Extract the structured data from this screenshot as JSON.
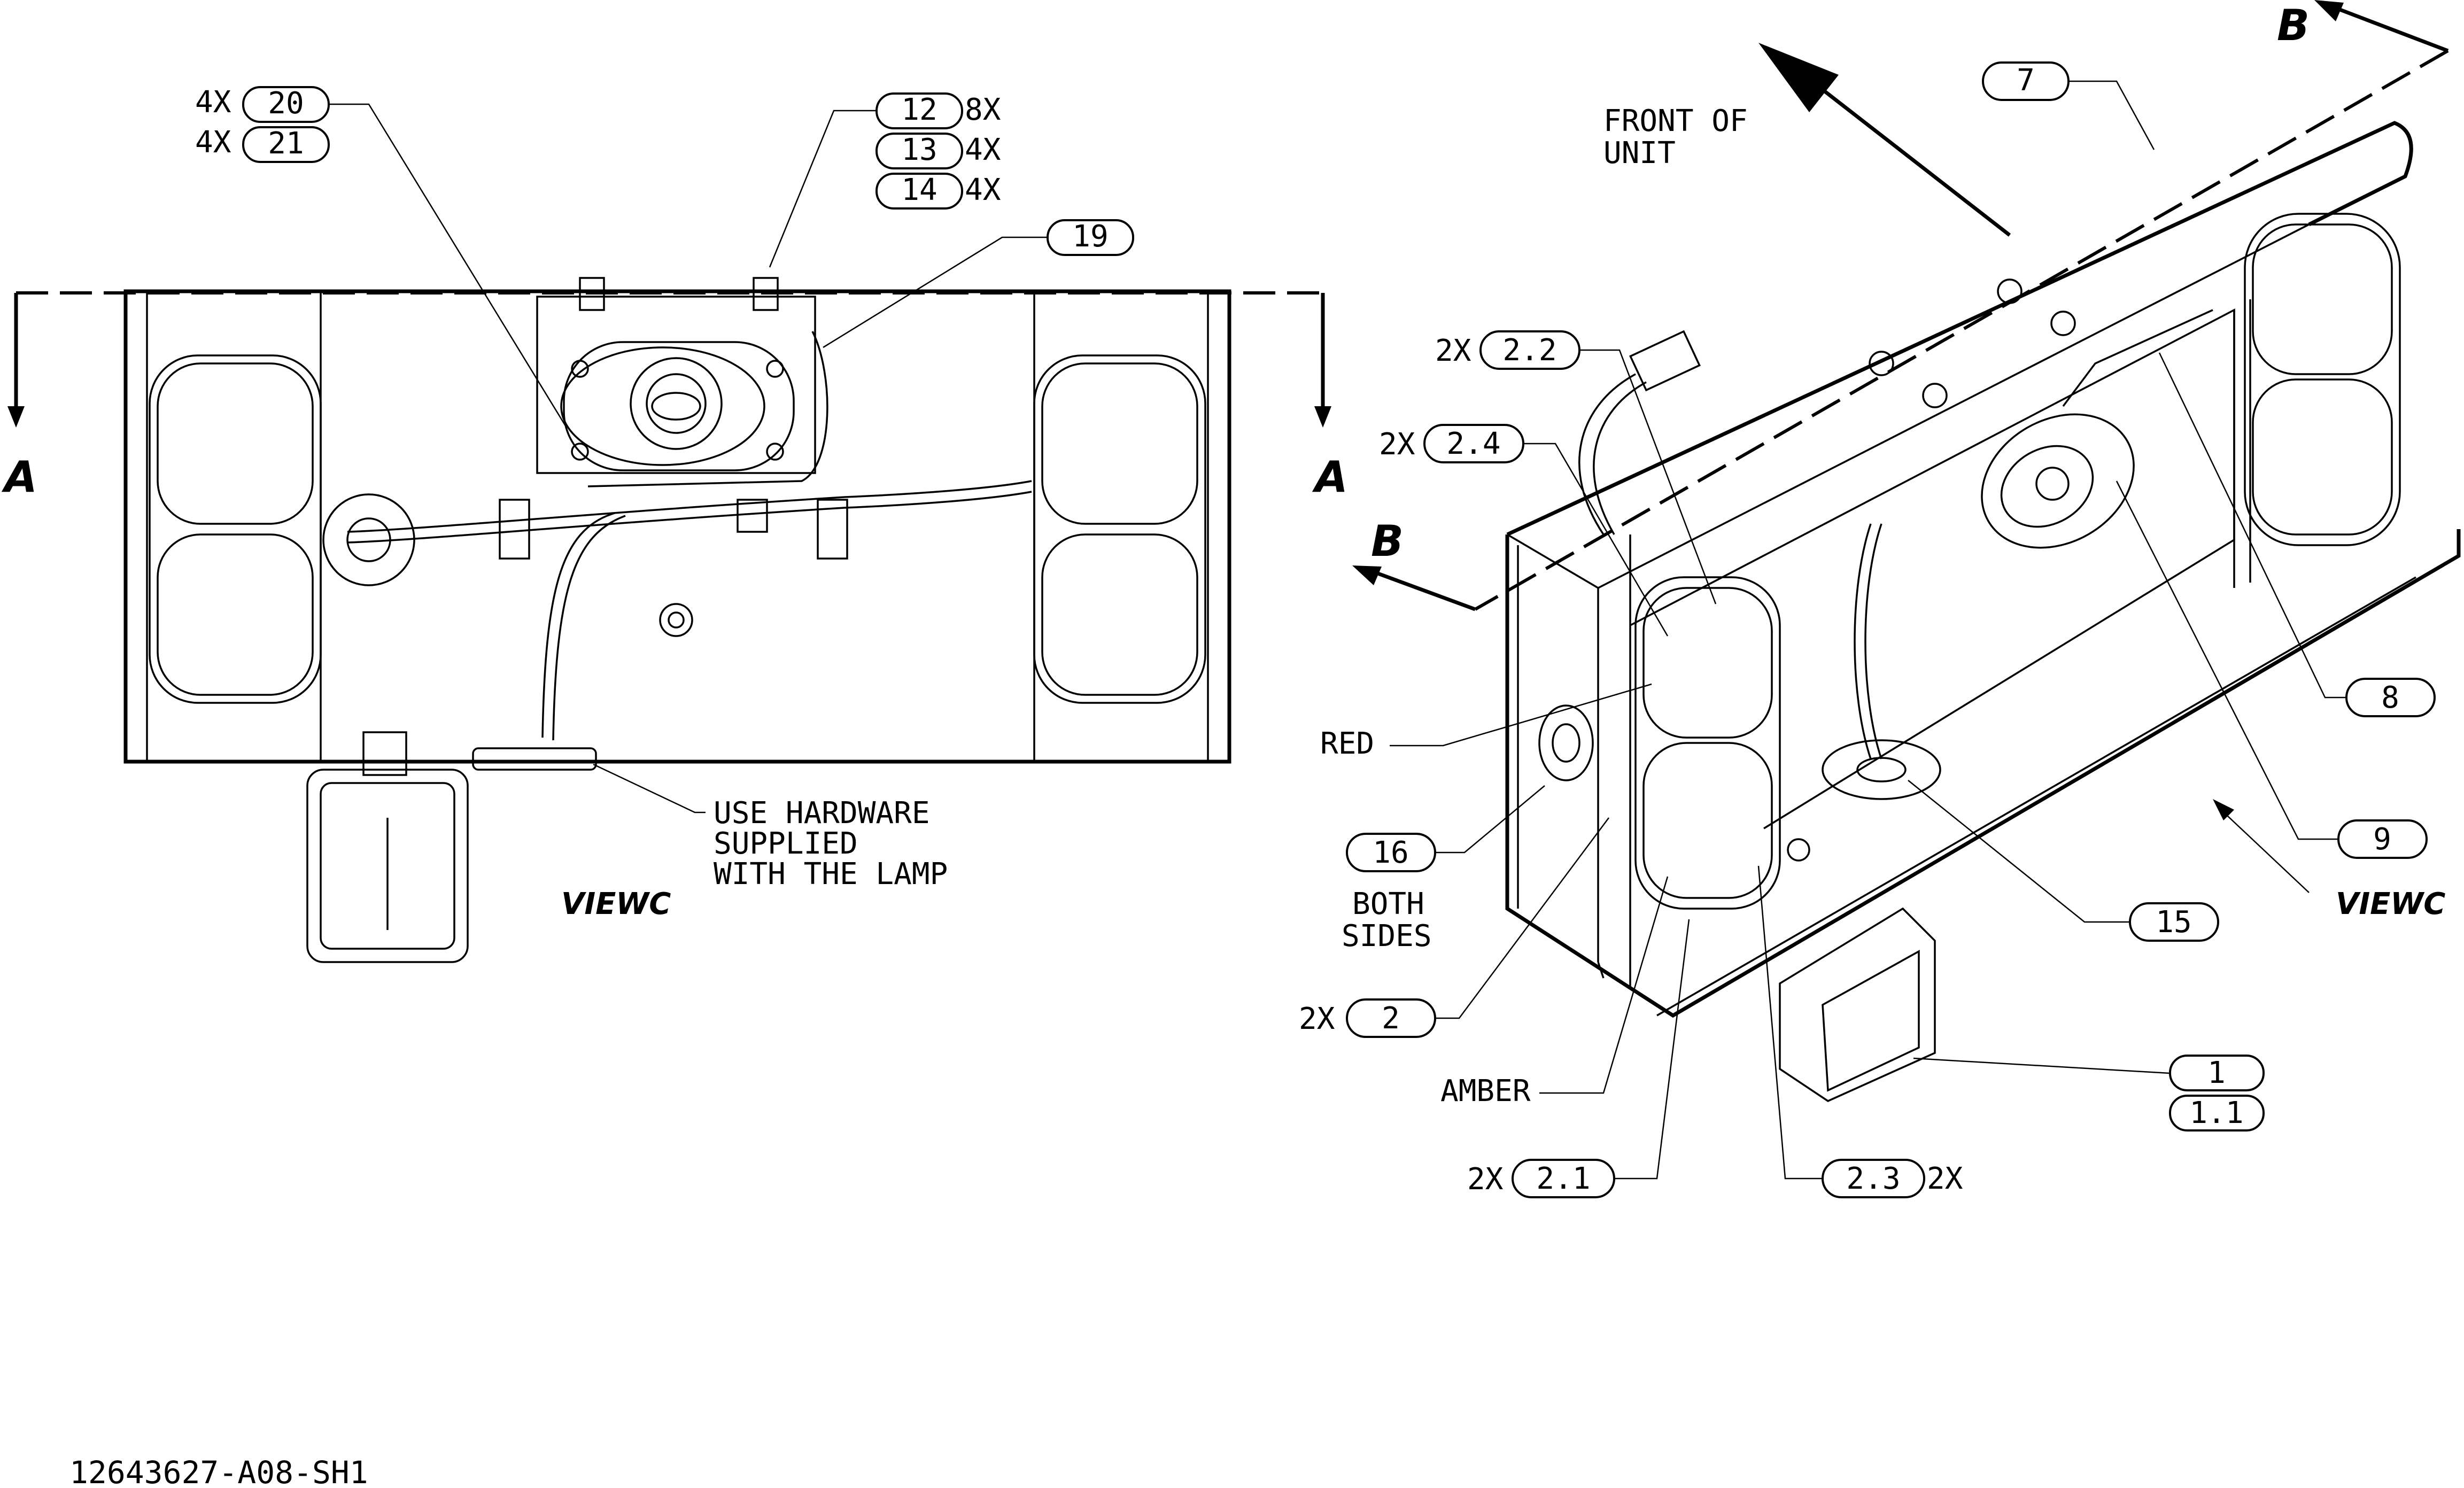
{
  "drawing_number": "12643627-A08-SH1",
  "section_labels": {
    "a_left": "A",
    "a_right": "A",
    "b_top": "B",
    "b_left": "B"
  },
  "view_labels": {
    "left_view": "VIEWC",
    "right_view": "VIEWC"
  },
  "notes": {
    "front_line1": "FRONT OF",
    "front_line2": "UNIT",
    "hw_line1": "USE HARDWARE",
    "hw_line2": "SUPPLIED",
    "hw_line3": "WITH THE LAMP",
    "red": "RED",
    "amber": "AMBER",
    "both_line1": "BOTH",
    "both_line2": "SIDES"
  },
  "balloons": {
    "b20": "20",
    "b21": "21",
    "b12": "12",
    "b13": "13",
    "b14": "14",
    "b19": "19",
    "b7": "7",
    "b22": "2.2",
    "b24": "2.4",
    "b8": "8",
    "b9": "9",
    "b16": "16",
    "b15": "15",
    "b2": "2",
    "b1": "1",
    "b11": "1.1",
    "b21b": "2.1",
    "b23": "2.3"
  },
  "quantities": {
    "q20": "4X",
    "q21": "4X",
    "q12": "8X",
    "q13": "4X",
    "q14": "4X",
    "q22": "2X",
    "q24": "2X",
    "q2": "2X",
    "q21b": "2X",
    "q23": "2X"
  }
}
